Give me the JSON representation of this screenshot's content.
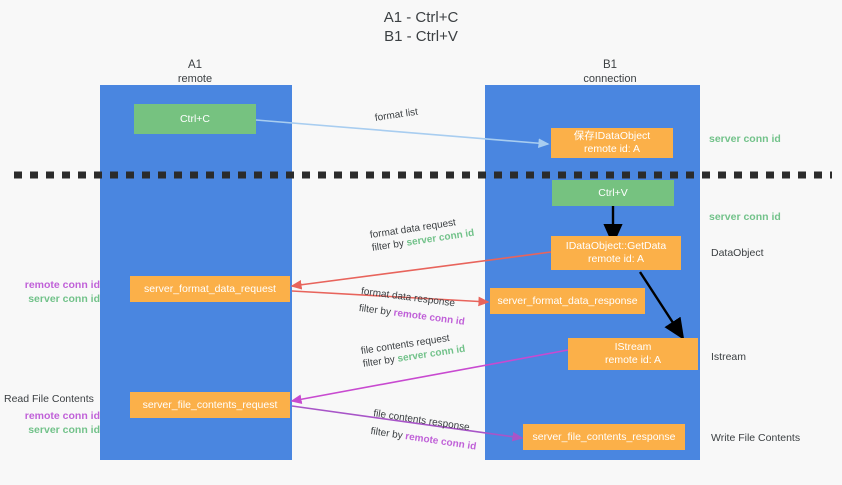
{
  "title": {
    "line1": "A1 - Ctrl+C",
    "line2": "B1 - Ctrl+V"
  },
  "columns": [
    {
      "name": "A1",
      "role": "remote"
    },
    {
      "name": "B1",
      "role": "connection"
    }
  ],
  "nodes": {
    "ctrl_c": {
      "label": "Ctrl+C",
      "color": "#76c280"
    },
    "save_idataobject": {
      "line1": "保存IDataObject",
      "line2": "remote id: A",
      "color": "#fbb049"
    },
    "ctrl_v": {
      "label": "Ctrl+V",
      "color": "#76c280"
    },
    "getdata": {
      "line1": "IDataObject::GetData",
      "line2": "remote id: A",
      "color": "#fbb049"
    },
    "server_format_data_request": {
      "label": "server_format_data_request",
      "color": "#fbb049"
    },
    "server_format_data_response": {
      "label": "server_format_data_response",
      "color": "#fbb049"
    },
    "istream": {
      "line1": "IStream",
      "line2": "remote id: A",
      "color": "#fbb049"
    },
    "server_file_contents_request": {
      "label": "server_file_contents_request",
      "color": "#fbb049"
    },
    "server_file_contents_response": {
      "label": "server_file_contents_response",
      "color": "#fbb049"
    }
  },
  "edges": {
    "format_list": {
      "label": "format list"
    },
    "format_data_request": {
      "label": "format data request",
      "filter_prefix": "filter by ",
      "filter_id": "server conn id"
    },
    "format_data_response": {
      "label": "format data response",
      "filter_prefix": "filter by ",
      "filter_id": "remote conn id"
    },
    "file_contents_request": {
      "label": "file contents request",
      "filter_prefix": "filter by ",
      "filter_id": "server conn id"
    },
    "file_contents_response": {
      "label": "file contents response",
      "filter_prefix": "filter by ",
      "filter_id": "remote conn id"
    }
  },
  "left_labels": {
    "format_ids": {
      "remote": "remote conn id",
      "server": "server conn id"
    },
    "read_file_contents": "Read File Contents",
    "file_ids": {
      "remote": "remote conn id",
      "server": "server conn id"
    }
  },
  "right_labels": {
    "server_conn_id_top": "server conn id",
    "server_conn_id_mid": "server conn id",
    "dataobject": "DataObject",
    "istream": "Istream",
    "write_file_contents": "Write File Contents"
  },
  "colors": {
    "lane": "#4a86e0",
    "green": "#76c280",
    "orange": "#fbb049",
    "remote_conn": "#c061d8",
    "server_conn": "#72c28a",
    "arrow_blue": "#a8cdf0",
    "arrow_red": "#e8645c",
    "arrow_magenta": "#c84ad0",
    "arrow_purple": "#a855c8",
    "arrow_black": "#000000",
    "background": "#f8f8f8"
  }
}
